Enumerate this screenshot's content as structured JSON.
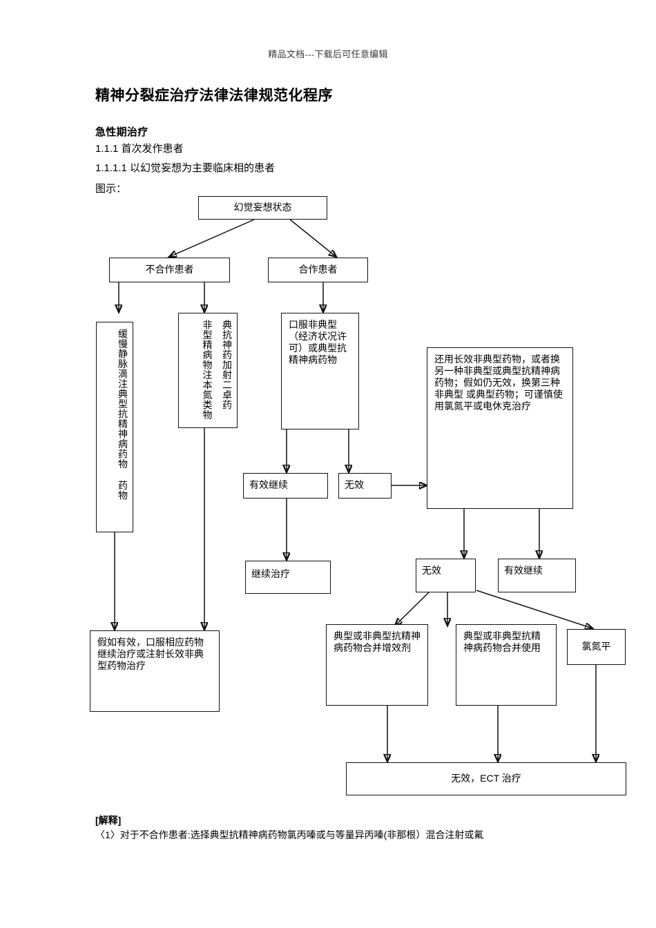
{
  "header": {
    "watermark": "精品文档---下载后可任意编辑"
  },
  "document": {
    "title": "精神分裂症治疗法律法律规范化程序",
    "section_heading": "急性期治疗",
    "line_1": "1.1.1 首次发作患者",
    "line_2": "1.1.1.1 以幻觉妄想为主要临床相的患者",
    "line_3": "图示："
  },
  "flowchart": {
    "nodes": {
      "root": "幻觉妄想状态",
      "branch_left": "不合作患者",
      "branch_right": "合作患者",
      "iv_typical": "缓慢静脉滴注典型抗精神病药物 药物",
      "im_atypical_col_right": "典抗神药加射二卓药",
      "im_atypical_col_left": "非型精病物注本氮类物",
      "oral_atypical": "口服非典型（经济状况许可）或典型抗精神病药物",
      "effective_continue_1": "有效继续",
      "ineffective_1": "无效",
      "switch_strategy": "还用长效非典型药物，或者换另一种非典型或典型抗精神病药物；假如仍无效，换第三种非典型 或典型药物；可谨慎使用氯氮平或电休克治疗",
      "continue_treatment": "继续治疗",
      "ineffective_2": "无效",
      "effective_continue_2": "有效继续",
      "if_effective_oral": "假如有效，口服相应药物继续治疗或注射长效非典型药物治疗",
      "combine_booster": "典型或非典型抗精神病药物合并增效剂",
      "combine_use": "典型或非典型抗精神病药物合并使用",
      "clozapine": "氯氮平",
      "ect": "无效，ECT 治疗"
    }
  },
  "notes": {
    "heading": "[解释]",
    "item_1": "〈1〉对于不合作患者:选择典型抗精神病药物氯丙嗪或与等量异丙嗪(非那根）混合注射或氟"
  },
  "style": {
    "ink": "#111111",
    "paper": "#ffffff"
  }
}
